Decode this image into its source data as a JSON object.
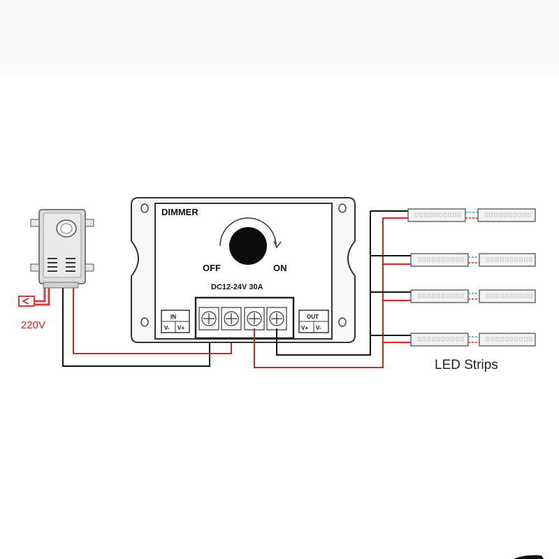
{
  "dimmer": {
    "title": "DIMMER",
    "off_label": "OFF",
    "on_label": "ON",
    "rating": "DC12-24V 30A",
    "in_label": "IN",
    "out_label": "OUT",
    "in_terms": [
      "V-",
      "V+"
    ],
    "out_terms": [
      "V+",
      "V-"
    ]
  },
  "power_supply": {
    "voltage_label": "220V"
  },
  "led": {
    "label": "LED Strips",
    "strip_count": 4
  },
  "colors": {
    "wire_red": "#e02020",
    "wire_black": "#111111",
    "link_blue": "#3aa0e8",
    "voltage_red": "#d62020"
  }
}
